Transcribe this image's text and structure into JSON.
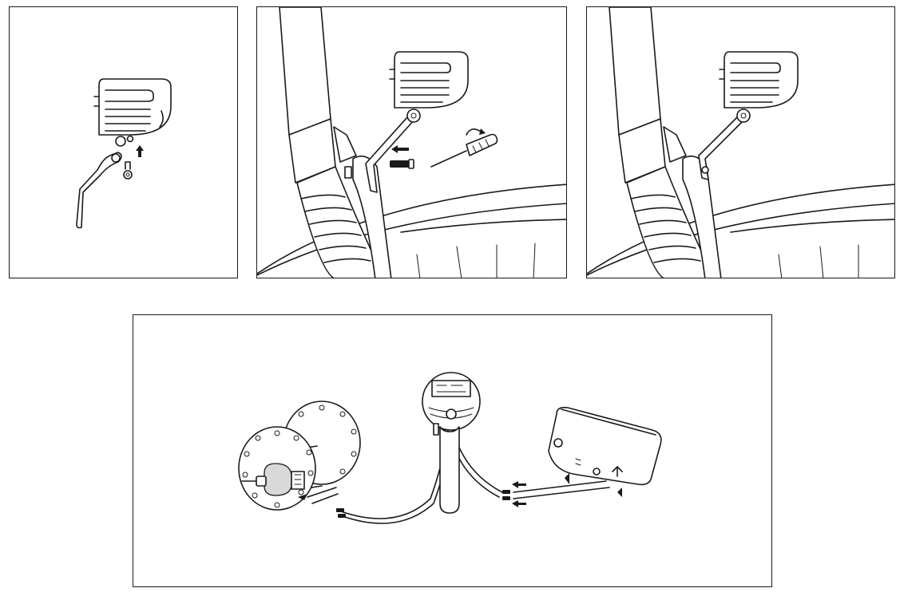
{
  "diagram": {
    "steps": [
      {
        "id": "step-1-attach-bracket",
        "icons": [
          "headlight-icon",
          "bracket-icon",
          "screw-icon",
          "nut-icon",
          "arrow-up-icon"
        ]
      },
      {
        "id": "step-2-mount-on-fork",
        "icons": [
          "headlight-icon",
          "fork-icon",
          "wheel-icon",
          "bolt-icon",
          "screwdriver-icon",
          "arrow-left-icon"
        ]
      },
      {
        "id": "step-3-mounted-result",
        "icons": [
          "headlight-icon",
          "fork-icon",
          "wheel-icon"
        ]
      },
      {
        "id": "step-4-wiring",
        "icons": [
          "dynamo-hub-icon",
          "headlight-rear-icon",
          "tail-light-icon",
          "cable-icon",
          "arrow-icon"
        ]
      }
    ],
    "colors": {
      "stroke": "#1a1a1a",
      "background": "#ffffff"
    }
  }
}
